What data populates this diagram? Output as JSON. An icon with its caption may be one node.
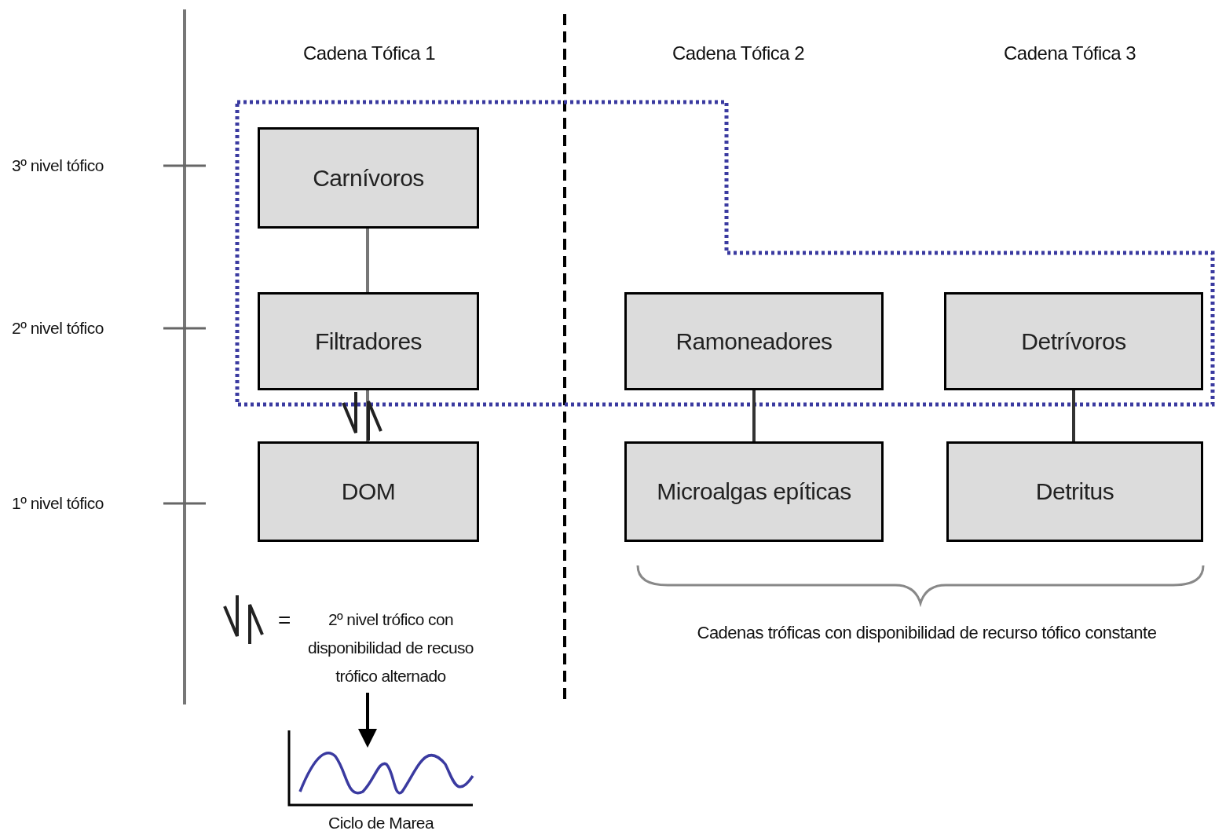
{
  "diagram": {
    "nodes": [
      {
        "text": [
          "Carnívoros"
        ]
      },
      {
        "text": [
          "Filtradores"
        ]
      },
      {
        "text": [
          "DOM"
        ]
      },
      {
        "text": [
          "Ramoneadores"
        ]
      },
      {
        "text": [
          "Detrívoros"
        ]
      },
      {
        "text": [
          "Microalgas epíticas"
        ]
      },
      {
        "text": [
          "Detritus"
        ]
      },
      {
        "text": [
          "2º nivel trófico con disponibilidad de recuso trófico alternado"
        ]
      },
      {
        "text": [],
        "shape": "picture",
        "beside": [
          "Ciclo de Marea"
        ]
      }
    ],
    "edges": [
      {
        "from": 0,
        "to": 1,
        "arrow": "none",
        "color": "#777777"
      },
      {
        "from": 1,
        "to": 2,
        "arrow": "none",
        "color": "#777777"
      },
      {
        "from": 3,
        "to": 5,
        "arrow": "none"
      },
      {
        "from": 4,
        "to": 6,
        "arrow": "none"
      },
      {
        "from": 7,
        "to": 8,
        "arrow": "to",
        "color": "#000000"
      }
    ],
    "labels": [
      "Cadena Tófica 1",
      "Cadena Tófica 2",
      "Cadena Tófica 3",
      "3º nivel tófico",
      "2º nivel tófico",
      "1º nivel tófico",
      "=",
      "Cadenas tróficas con disponibilidad de recurso tófico constante"
    ]
  }
}
